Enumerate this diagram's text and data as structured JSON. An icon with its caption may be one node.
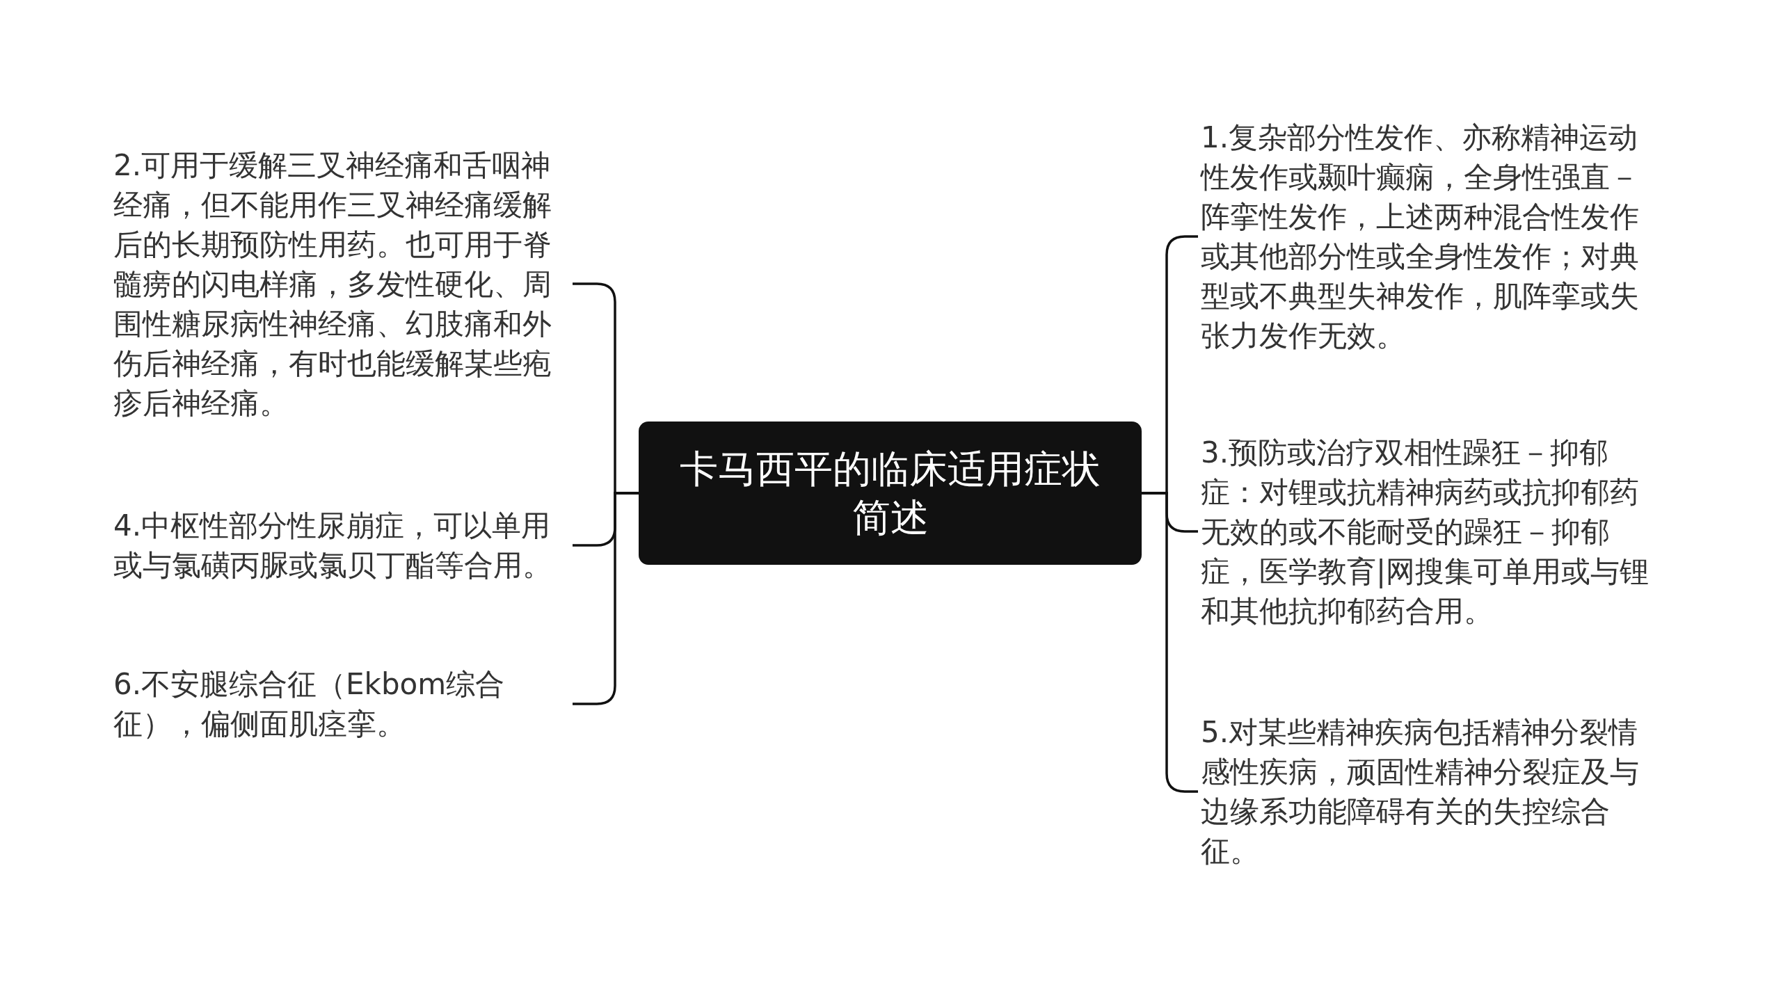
{
  "diagram": {
    "nodes": [
      {
        "text": [
          "卡马西平的临床适用症状简述"
        ]
      },
      {
        "text": [
          "1.复杂部分性发作、亦称精神运动性发作或颞叶癫痫，全身性强直－阵挛性发作，上述两种混合性发作或其他部分性或全身性发作；对典型或不典型失神发作，肌阵挛或失张力发作无效。"
        ]
      },
      {
        "text": [
          "2.可用于缓解三叉神经痛和舌咽神经痛，但不能用作三叉神经痛缓解后的长期预防性用药。也可用于脊髓痨的闪电样痛，多发性硬化、周围性糖尿病性神经痛、幻肢痛和外伤后神经痛，有时也能缓解某些疱疹后神经痛。"
        ]
      },
      {
        "text": [
          "3.预防或治疗双相性躁狂－抑郁症：对锂或抗精神病药或抗抑郁药无效的或不能耐受的躁狂－抑郁症，医学教育|网搜集可单用或与锂和其他抗抑郁药合用。"
        ]
      },
      {
        "text": [
          "4.中枢性部分性尿崩症，可以单用或与氯磺丙脲或氯贝丁酯等合用。"
        ]
      },
      {
        "text": [
          "5.对某些精神疾病包括精神分裂情感性疾病，顽固性精神分裂症及与边缘系功能障碍有关的失控综合征。"
        ]
      },
      {
        "text": [
          "6.不安腿综合征（Ekbom综合征），偏侧面肌痉挛。"
        ]
      }
    ],
    "edges": [
      {
        "from": 0,
        "to": 1,
        "arrow": "none"
      },
      {
        "from": 0,
        "to": 2,
        "arrow": "none"
      },
      {
        "from": 0,
        "to": 3,
        "arrow": "none"
      },
      {
        "from": 0,
        "to": 4,
        "arrow": "none"
      },
      {
        "from": 0,
        "to": 5,
        "arrow": "none"
      },
      {
        "from": 0,
        "to": 6,
        "arrow": "none"
      }
    ]
  }
}
